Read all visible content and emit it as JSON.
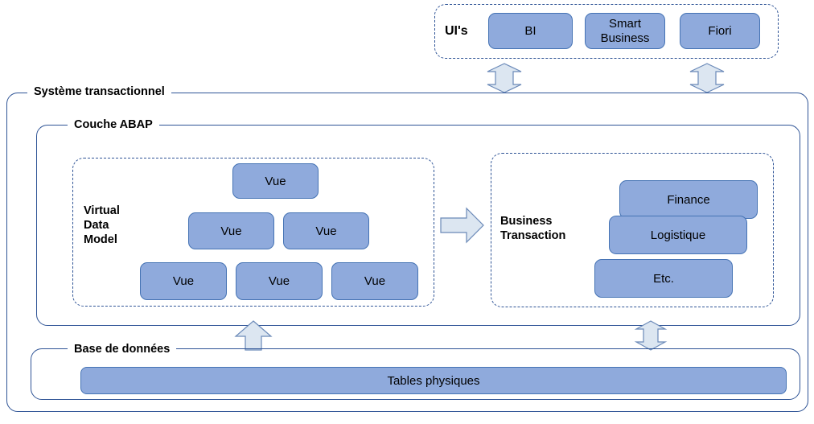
{
  "diagram": {
    "title_hidden": "",
    "palette": {
      "box_fill": "#8FAADC",
      "box_border": "#4573b4",
      "group_border": "#2f5496",
      "arrow_fill": "#DCE6F1",
      "arrow_border": "#6a89b8",
      "background": "#FFFFFF"
    },
    "ui_group": {
      "label": "UI's",
      "boxes": [
        {
          "label": "BI"
        },
        {
          "label": "Smart\nBusiness"
        },
        {
          "label": "Fiori"
        }
      ]
    },
    "system_group": {
      "label": "Système transactionnel"
    },
    "abap_group": {
      "label": "Couche ABAP"
    },
    "vdm_group": {
      "label": "Virtual\nData\nModel",
      "boxes": [
        {
          "label": "Vue"
        },
        {
          "label": "Vue"
        },
        {
          "label": "Vue"
        },
        {
          "label": "Vue"
        },
        {
          "label": "Vue"
        },
        {
          "label": "Vue"
        }
      ]
    },
    "business_group": {
      "label": "Business\nTransaction",
      "boxes": [
        {
          "label": "Finance"
        },
        {
          "label": "Logistique"
        },
        {
          "label": "Etc."
        }
      ]
    },
    "database_group": {
      "label": "Base de données",
      "boxes": [
        {
          "label": "Tables physiques"
        }
      ]
    },
    "arrows": [
      {
        "name": "bi-to-system",
        "direction": "up-down"
      },
      {
        "name": "fiori-to-system",
        "direction": "up-down"
      },
      {
        "name": "vdm-to-business",
        "direction": "right"
      },
      {
        "name": "database-to-vdm",
        "direction": "up"
      },
      {
        "name": "database-to-business",
        "direction": "up-down"
      }
    ]
  }
}
